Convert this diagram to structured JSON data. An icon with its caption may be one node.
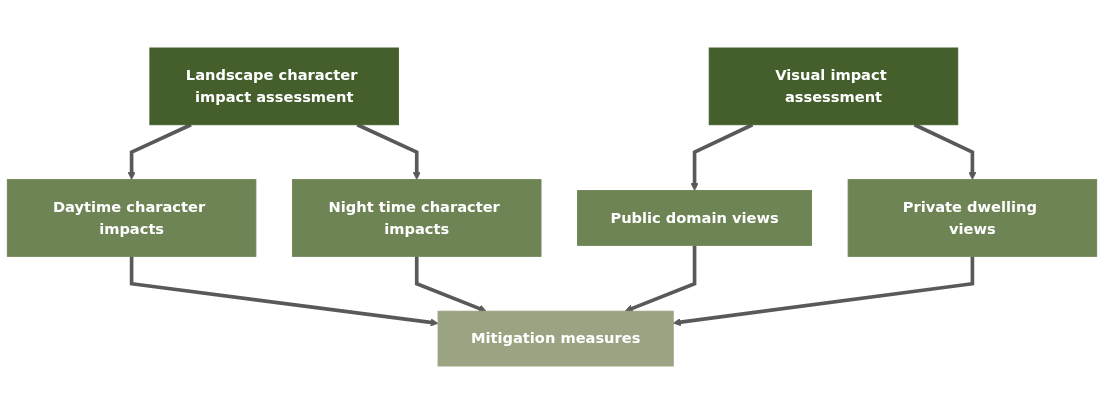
{
  "diagram": {
    "nodes": [
      {
        "text": [
          "Landscape character impact assessment"
        ]
      },
      {
        "text": [
          "Visual impact assessment"
        ]
      },
      {
        "text": [
          "Daytime character impacts"
        ]
      },
      {
        "text": [
          "Night time character impacts"
        ]
      },
      {
        "text": [
          "Public domain views"
        ]
      },
      {
        "text": [
          "Private dwelling views"
        ]
      },
      {
        "text": [
          "Mitigation measures"
        ]
      }
    ],
    "edges": [
      {
        "from": 0,
        "to": 2,
        "arrow": "to"
      },
      {
        "from": 0,
        "to": 3,
        "arrow": "to"
      },
      {
        "from": 1,
        "to": 4,
        "arrow": "to"
      },
      {
        "from": 1,
        "to": 5,
        "arrow": "to"
      },
      {
        "from": 2,
        "to": 6,
        "arrow": "to"
      },
      {
        "from": 3,
        "to": 6,
        "arrow": "to"
      },
      {
        "from": 4,
        "to": 6,
        "arrow": "to"
      },
      {
        "from": 5,
        "to": 6,
        "arrow": "to"
      }
    ]
  }
}
